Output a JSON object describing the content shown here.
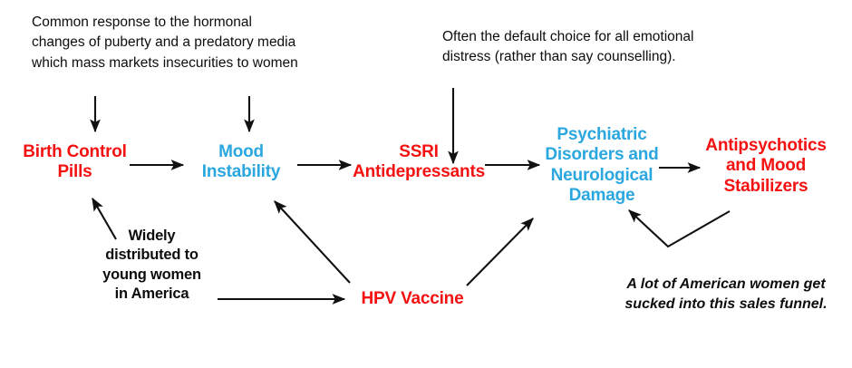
{
  "diagram": {
    "title": "Sales funnel flow diagram",
    "background_color": "#ffffff",
    "colors": {
      "red": "#f41111",
      "cyan": "#2ba7e0",
      "black": "#0d0d0d",
      "arrow": "#111111"
    },
    "notes": [
      {
        "id": "note-puberty",
        "text": "Common response to the hormonal\nchanges of puberty and a predatory media\nwhich mass markets insecurities to women",
        "style": "plain",
        "color": "#0d0d0d"
      },
      {
        "id": "note-default-choice",
        "text": "Often the default choice for all emotional\ndistress (rather than say counselling).",
        "style": "plain",
        "color": "#0d0d0d"
      },
      {
        "id": "note-widely-distributed",
        "text": "Widely\ndistributed to\nyoung women\nin America",
        "style": "bold-center",
        "color": "#0d0d0d"
      },
      {
        "id": "note-sales-funnel",
        "text": "A lot of American women get\nsucked into this sales funnel.",
        "style": "bold-italic",
        "color": "#0d0d0d"
      }
    ],
    "nodes": [
      {
        "id": "birth-control-pills",
        "text": "Birth Control\nPills",
        "color": "red",
        "font_size": 19
      },
      {
        "id": "mood-instability",
        "text": "Mood\nInstability",
        "color": "cyan",
        "font_size": 19
      },
      {
        "id": "ssri-antidepressants",
        "text": "SSRI\nAntidepressants",
        "color": "red",
        "font_size": 19
      },
      {
        "id": "psychiatric-disorders",
        "text": "Psychiatric\nDisorders and\nNeurological\nDamage",
        "color": "cyan",
        "font_size": 19
      },
      {
        "id": "antipsychotics-mood-stabilizers",
        "text": "Antipsychotics\nand Mood\nStabilizers",
        "color": "red",
        "font_size": 19
      },
      {
        "id": "hpv-vaccine",
        "text": "HPV Vaccine",
        "color": "red",
        "font_size": 19
      }
    ],
    "edges": [
      {
        "id": "edge-note-puberty-to-birth-control",
        "from": "note-puberty",
        "to": "birth-control-pills",
        "kind": "straight-down"
      },
      {
        "id": "edge-note-puberty-to-mood-instability",
        "from": "note-puberty",
        "to": "mood-instability",
        "kind": "straight-down"
      },
      {
        "id": "edge-note-default-to-ssri-flow",
        "from": "note-default-choice",
        "to": "ssri-antidepressants",
        "kind": "straight-down"
      },
      {
        "id": "edge-birth-control-to-mood-instability",
        "from": "birth-control-pills",
        "to": "mood-instability",
        "kind": "straight-right"
      },
      {
        "id": "edge-mood-instability-to-ssri",
        "from": "mood-instability",
        "to": "ssri-antidepressants",
        "kind": "straight-right"
      },
      {
        "id": "edge-ssri-to-psychiatric",
        "from": "ssri-antidepressants",
        "to": "psychiatric-disorders",
        "kind": "straight-right"
      },
      {
        "id": "edge-psychiatric-to-antipsychotics",
        "from": "psychiatric-disorders",
        "to": "antipsychotics-mood-stabilizers",
        "kind": "straight-right"
      },
      {
        "id": "edge-widely-distributed-to-birth-control",
        "from": "note-widely-distributed",
        "to": "birth-control-pills",
        "kind": "diagonal-up-left"
      },
      {
        "id": "edge-widely-distributed-to-hpv",
        "from": "note-widely-distributed",
        "to": "hpv-vaccine",
        "kind": "straight-right"
      },
      {
        "id": "edge-hpv-to-mood-instability",
        "from": "hpv-vaccine",
        "to": "mood-instability",
        "kind": "diagonal-up-left"
      },
      {
        "id": "edge-hpv-to-psychiatric",
        "from": "hpv-vaccine",
        "to": "psychiatric-disorders",
        "kind": "diagonal-up-right"
      },
      {
        "id": "edge-antipsychotics-to-psychiatric",
        "from": "antipsychotics-mood-stabilizers",
        "to": "psychiatric-disorders",
        "kind": "elbow-feedback"
      }
    ]
  }
}
